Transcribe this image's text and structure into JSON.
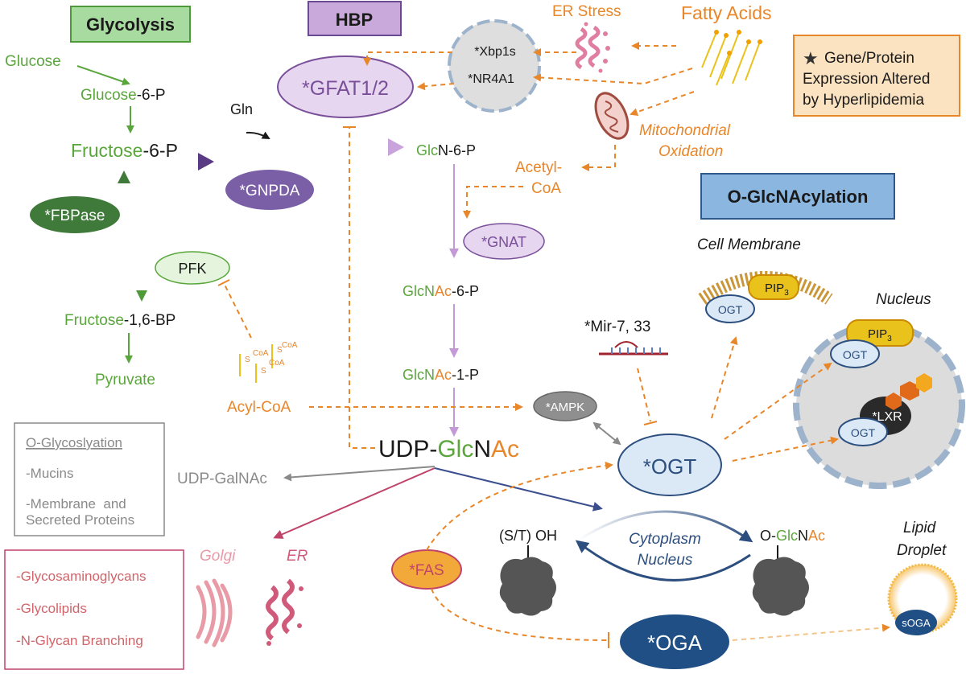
{
  "headers": {
    "glycolysis": "Glycolysis",
    "hbp": "HBP",
    "oglcnacylation": "O-GlcNAcylation"
  },
  "legend": {
    "star": "★",
    "line1": "Gene/Protein",
    "line2": "Expression Altered",
    "line3": "by Hyperlipidemia"
  },
  "glycolysis": {
    "glucose": "Glucose",
    "g6p_green": "Glucose",
    "g6p_black": "-6-P",
    "f6p_green": "Fructose",
    "f6p_black": "-6-P",
    "fbp_green": "Fructose",
    "fbp_black": "-1,6-BP",
    "pyruvate": "Pyruvate",
    "fbpase": "*FBPase",
    "pfk": "PFK"
  },
  "hbp": {
    "gfat": "*GFAT1/2",
    "gln": "Gln",
    "gnpda": "*GNPDA",
    "glcn6p_green": "Glc",
    "glcn6p_black": "N-6-P",
    "gnat": "*GNAT",
    "glcnac6p_a": "Glc",
    "glcnac6p_b": "N",
    "glcnac6p_c": "Ac",
    "glcnac6p_d": "-6-P",
    "glcnac1p_a": "Glc",
    "glcnac1p_b": "N",
    "glcnac1p_c": "Ac",
    "glcnac1p_d": "-1-P",
    "udp_a": "UDP-",
    "udp_b": "Glc",
    "udp_c": "N",
    "udp_d": "Ac"
  },
  "lipids": {
    "er_stress": "ER Stress",
    "fatty_acids": "Fatty Acids",
    "xbp1s": "*Xbp1s",
    "nr4a1": "*NR4A1",
    "mito_line1": "Mitochondrial",
    "mito_line2": "Oxidation",
    "acetyl1": "Acetyl-",
    "acetyl2": "CoA",
    "acylcoa": "Acyl-CoA",
    "coa_labels": [
      "S",
      "CoA",
      "S",
      "CoA",
      "S",
      "CoA"
    ]
  },
  "regulation": {
    "ampk": "*AMPK",
    "mir": "*Mir-7, 33",
    "ogt": "*OGT",
    "oga": "*OGA",
    "fas": "*FAS",
    "sto_h": "(S/T) OH",
    "oglcnac_a": "O-",
    "oglcnac_b": "Glc",
    "oglcnac_c": "N",
    "oglcnac_d": "Ac",
    "cyto1": "Cytoplasm",
    "cyto2": "Nucleus"
  },
  "compartments": {
    "cell_membrane": "Cell Membrane",
    "nucleus": "Nucleus",
    "pip3_a": "PIP",
    "pip3_sub": "3",
    "pip3_b": "PIP",
    "pip3_sub_b": "3",
    "ogt_mem": "OGT",
    "ogt_nuc1": "OGT",
    "ogt_nuc2": "OGT",
    "lxr": "*LXR",
    "lipid1": "Lipid",
    "lipid2": "Droplet",
    "soga": "sOGA"
  },
  "glycosylation": {
    "title": "O-Glycoslyation",
    "item1": "-Mucins",
    "item2a": "-Membrane  and",
    "item2b": "Secreted Proteins",
    "udpgalnac": "UDP-GalNAc",
    "golgi": "Golgi",
    "er": "ER",
    "gag": "-Glycosaminoglycans",
    "glycolipids": "-Glycolipids",
    "nglycan": "-N-Glycan Branching"
  },
  "colors": {
    "green": "#5aa63c",
    "dark_green": "#3f7a3a",
    "orange": "#e8862a",
    "purple": "#9a6bb4",
    "dark_purple": "#5b3a85",
    "navy": "#2d4f7f",
    "pink": "#d05a7a",
    "gray": "#8a8a8a"
  }
}
